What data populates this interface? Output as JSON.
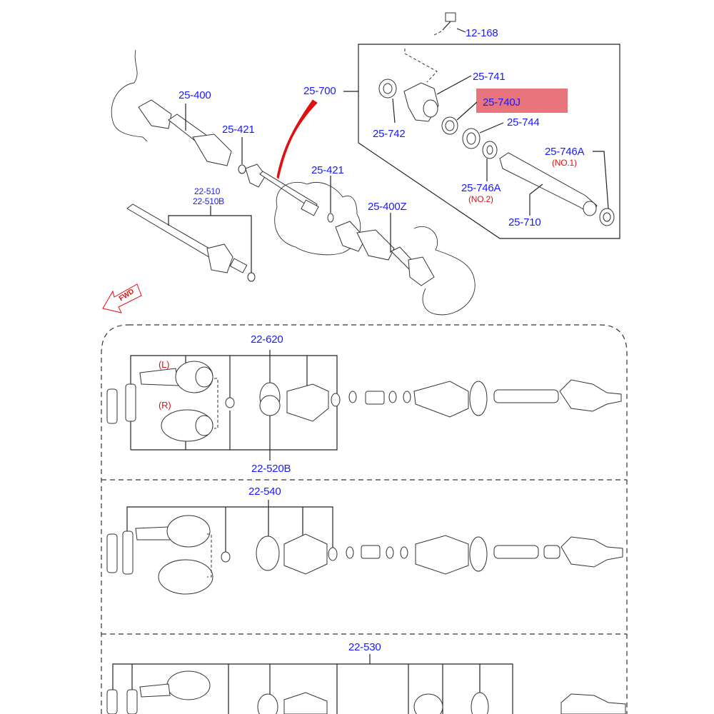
{
  "callouts": {
    "c12_168": "12-168",
    "c25_741": "25-741",
    "c25_700": "25-700",
    "c25_740J": "25-740J",
    "c25_400": "25-400",
    "c25_744": "25-744",
    "c25_742": "25-742",
    "c25_421a": "25-421",
    "c25_746A_top": "25-746A",
    "c25_746A_top_note": "(NO.1)",
    "c25_421b": "25-421",
    "c22_510": "22-510",
    "c22_510B": "22-510B",
    "c25_746A_mid": "25-746A",
    "c25_746A_mid_note": "(NO.2)",
    "c25_400Z": "25-400Z",
    "c25_710": "25-710",
    "c22_620": "22-620",
    "c22_520B": "22-520B",
    "c22_540": "22-540",
    "c22_530": "22-530",
    "side_L": "(L)",
    "side_R": "(R)",
    "fwd": "FWD"
  },
  "highlight": {
    "color": "#e8747c",
    "target": "25-740J"
  },
  "colors": {
    "callout_text": "#1a1aff",
    "note_text": "#e01010",
    "line_art": "#222222"
  }
}
